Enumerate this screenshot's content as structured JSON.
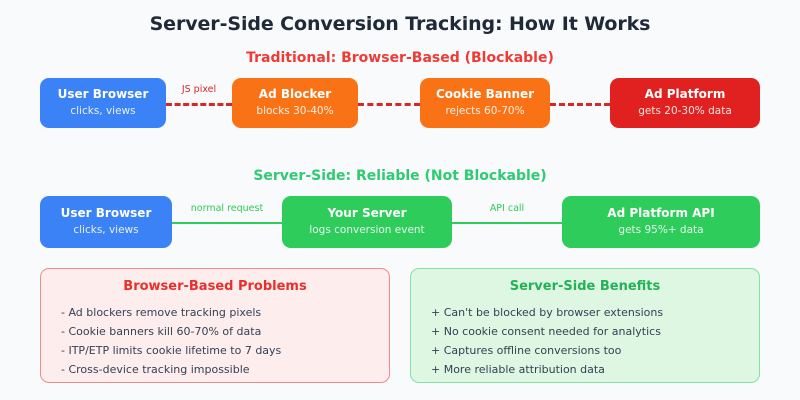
{
  "page": {
    "title": "Server-Side Conversion Tracking: How It Works",
    "background_color": "#f8fafc"
  },
  "sections": {
    "traditional": {
      "heading": "Traditional: Browser-Based (Blockable)",
      "heading_color": "#ef3b36",
      "connector_style": "dashed",
      "connector_color": "#d62828",
      "nodes": [
        {
          "title": "User Browser",
          "subtitle": "clicks, views",
          "color": "#3b82f6"
        },
        {
          "title": "Ad Blocker",
          "subtitle": "blocks 30-40%",
          "color": "#f97316"
        },
        {
          "title": "Cookie Banner",
          "subtitle": "rejects 60-70%",
          "color": "#f97316"
        },
        {
          "title": "Ad Platform",
          "subtitle": "gets 20-30% data",
          "color": "#e0211f"
        }
      ],
      "connector_labels": [
        "JS pixel",
        "",
        ""
      ]
    },
    "serverside": {
      "heading": "Server-Side: Reliable (Not Blockable)",
      "heading_color": "#2ecc71",
      "connector_style": "solid",
      "connector_color": "#2ecc5b",
      "nodes": [
        {
          "title": "User Browser",
          "subtitle": "clicks, views",
          "color": "#3b82f6"
        },
        {
          "title": "Your Server",
          "subtitle": "logs conversion event",
          "color": "#2ecc5b"
        },
        {
          "title": "Ad Platform API",
          "subtitle": "gets 95%+ data",
          "color": "#2ecc5b"
        }
      ],
      "connector_labels": [
        "normal request",
        "API call"
      ]
    }
  },
  "panels": {
    "problems": {
      "heading": "Browser-Based Problems",
      "heading_color": "#e8302a",
      "background_color": "#fdeded",
      "border_color": "#f08b8b",
      "items": [
        "- Ad blockers remove tracking pixels",
        "- Cookie banners kill 60-70% of data",
        "- ITP/ETP limits cookie lifetime to 7 days",
        "- Cross-device tracking impossible"
      ]
    },
    "benefits": {
      "heading": "Server-Side Benefits",
      "heading_color": "#23b254",
      "background_color": "#ddf7e2",
      "border_color": "#86e0a0",
      "items": [
        "+ Can't be blocked by browser extensions",
        "+ No cookie consent needed for analytics",
        "+ Captures offline conversions too",
        "+ More reliable attribution data"
      ]
    }
  }
}
